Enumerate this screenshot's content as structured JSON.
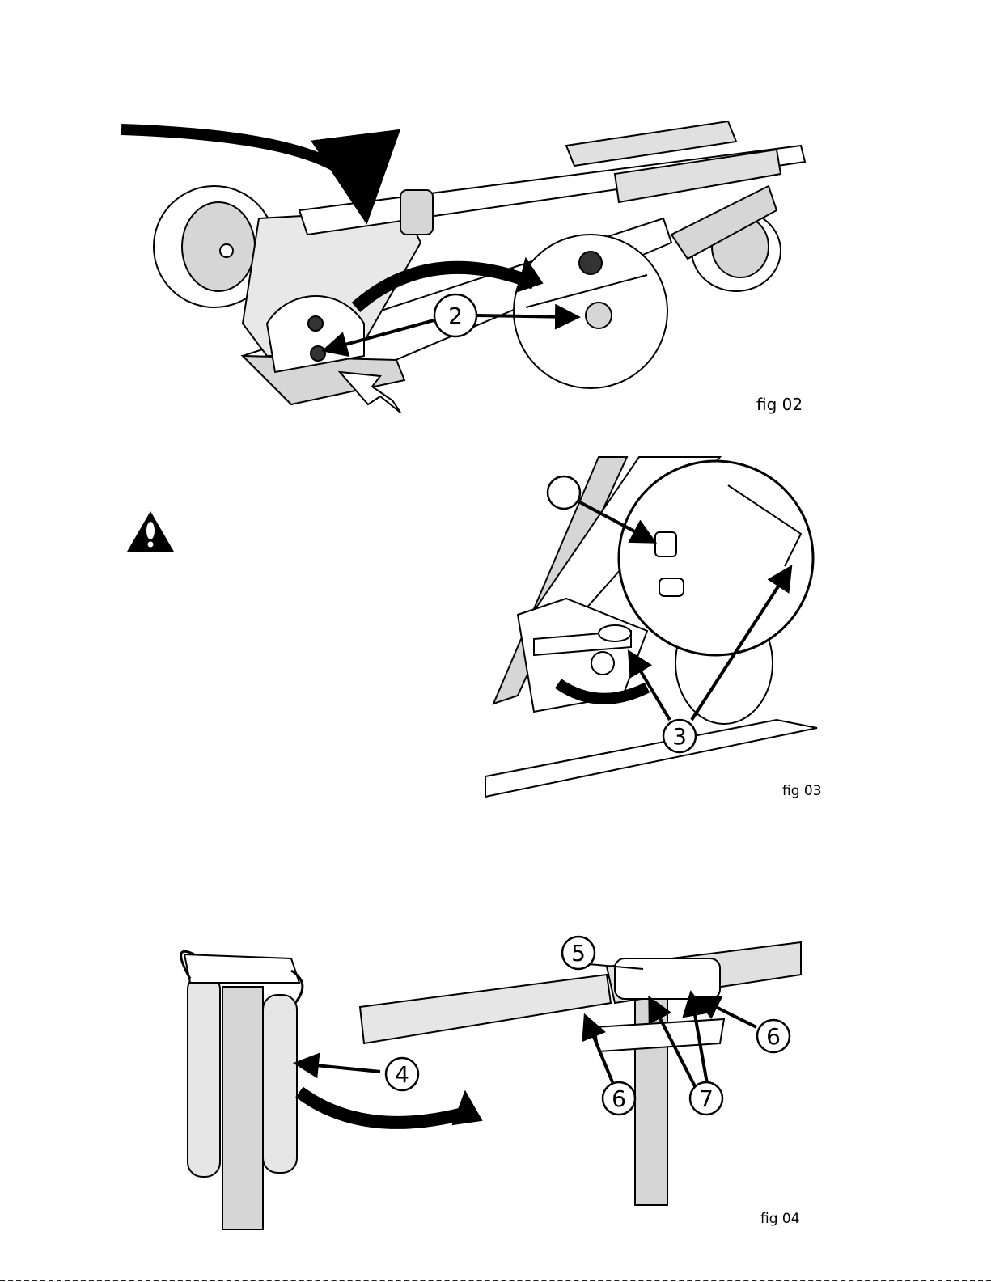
{
  "figures": [
    {
      "label": "fig 02",
      "callouts": [
        "2"
      ]
    },
    {
      "label": "fig 03",
      "callouts": [
        "",
        "3"
      ]
    },
    {
      "label": "fig 04",
      "callouts": [
        "4",
        "5",
        "6",
        "6",
        "7"
      ]
    }
  ],
  "warning": {
    "icon": "warning-triangle-icon"
  },
  "colors": {
    "line": "#000000",
    "fill": "#d6d6d6",
    "light": "#ffffff"
  }
}
